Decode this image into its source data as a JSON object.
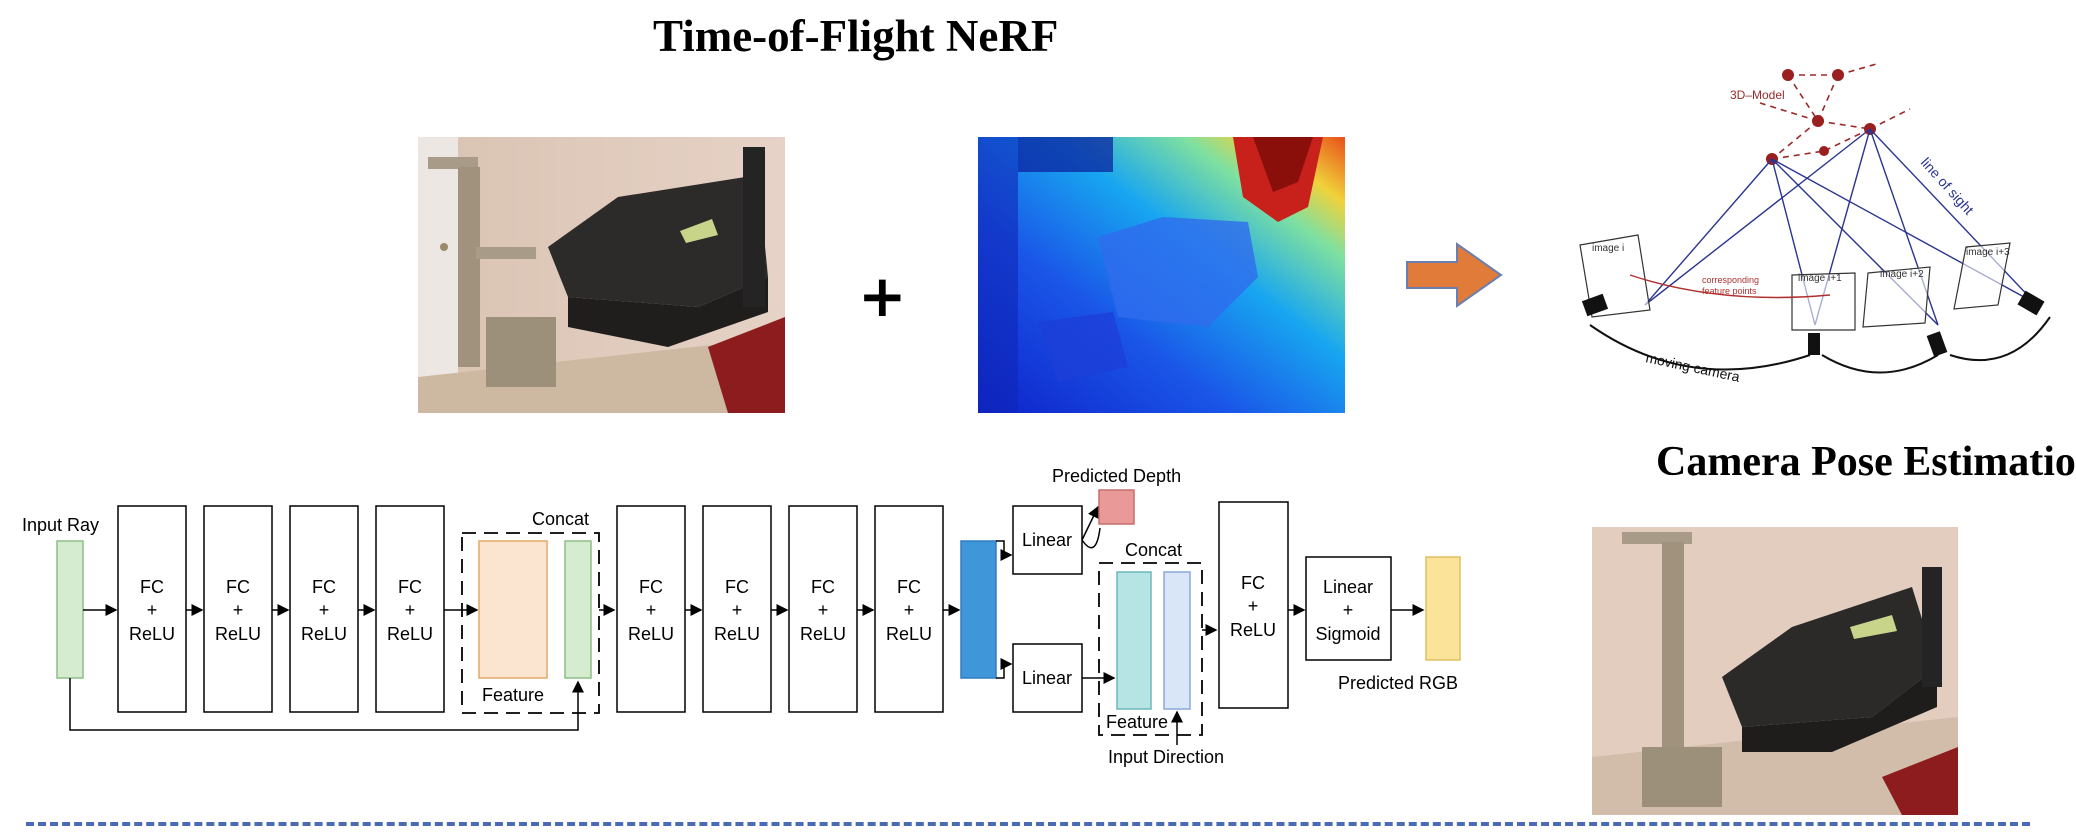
{
  "title": "Time-of-Flight NeRF",
  "pose_title": "Camera Pose Estimation",
  "plus_sign": "+",
  "network": {
    "input_ray": "Input Ray",
    "fc_line1": "FC",
    "fc_line2": "+",
    "fc_line3": "ReLU",
    "concat_1": "Concat",
    "feature_1": "Feature",
    "linear_top": "Linear",
    "linear_bottom": "Linear",
    "predicted_depth": "Predicted Depth",
    "concat_2": "Concat",
    "feature_2": "Feature",
    "input_direction": "Input Direction",
    "final_fc_line1": "FC",
    "final_fc_line2": "+",
    "final_fc_line3": "ReLU",
    "sigmoid_line1": "Linear",
    "sigmoid_line2": "+",
    "sigmoid_line3": "Sigmoid",
    "predicted_rgb": "Predicted RGB"
  },
  "sfm": {
    "model_label": "3D–Model",
    "line_of_sight": "line of sight",
    "correspondence_1": "corresponding",
    "correspondence_2": "feature points",
    "image_i": "image i",
    "image_i1": "image i+1",
    "image_i2": "image i+2",
    "image_i3": "image i+3",
    "moving_camera": "moving camera"
  },
  "colors": {
    "arrow": "#e07b39",
    "input_green": "#d6ecd0",
    "feature_orange": "#fbe5d0",
    "split_blue": "#3f96d9",
    "concat_teal": "#b6e3e4",
    "concat_lightblue": "#d8e6f8",
    "depth_red": "#e99a98",
    "rgb_yellow": "#fbe39a",
    "divider": "#4a6ab5"
  }
}
